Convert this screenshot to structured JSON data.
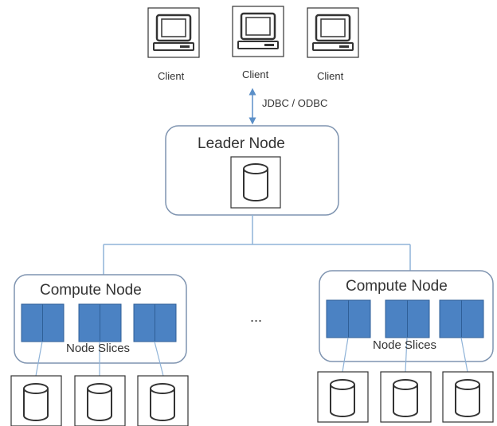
{
  "clients": [
    {
      "label": "Client"
    },
    {
      "label": "Client"
    },
    {
      "label": "Client"
    }
  ],
  "connection": {
    "label": "JDBC / ODBC"
  },
  "leader": {
    "title": "Leader Node"
  },
  "compute_nodes": [
    {
      "title": "Compute Node",
      "slices_label": "Node Slices"
    },
    {
      "title": "Compute Node",
      "slices_label": "Node Slices"
    }
  ],
  "ellipsis": "...",
  "colors": {
    "slice_fill": "#4b82c3",
    "slice_stroke": "#2f5f97",
    "box_stroke": "#7f94b0",
    "line": "#8fb3d8",
    "arrow": "#5b8fc8"
  }
}
